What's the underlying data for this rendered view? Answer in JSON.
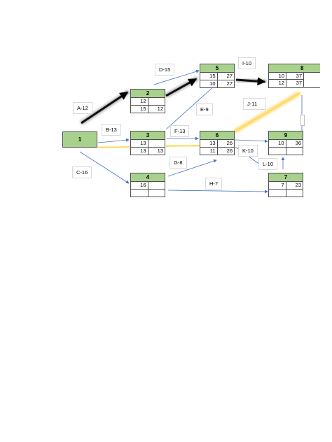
{
  "nodes": {
    "n1": {
      "label": "1"
    },
    "n2": {
      "label": "2",
      "r1": [
        "12",
        ""
      ],
      "r2": [
        "15",
        "12"
      ]
    },
    "n3": {
      "label": "3",
      "r1": [
        "13",
        ""
      ],
      "r2": [
        "13",
        "13"
      ]
    },
    "n4": {
      "label": "4",
      "r1": [
        "16",
        ""
      ],
      "r2": [
        "",
        ""
      ]
    },
    "n5": {
      "label": "5",
      "r1": [
        "15",
        "27"
      ],
      "r2": [
        "10",
        "27"
      ]
    },
    "n6": {
      "label": "6",
      "r1": [
        "13",
        "26"
      ],
      "r2": [
        "11",
        "26"
      ]
    },
    "n7": {
      "label": "7",
      "r1": [
        "7",
        "23"
      ],
      "r2": [
        "",
        ""
      ]
    },
    "n8": {
      "label": "8",
      "r1": [
        "10",
        "37"
      ],
      "r2": [
        "12",
        "37"
      ]
    },
    "n9": {
      "label": "9",
      "r1": [
        "10",
        "36"
      ],
      "r2": [
        "",
        ""
      ]
    }
  },
  "activities": {
    "A": "A-12",
    "B": "B-13",
    "C": "C-16",
    "D": "D-15",
    "E": "E-9",
    "F": "F-13",
    "G": "G-8",
    "H": "H-7",
    "I": "I-10",
    "J": "J-11",
    "K": "K-10",
    "L": "L-10"
  },
  "colors": {
    "node_header": "#a9d18e",
    "arrow": "#4472c4",
    "critical_black": "#000000",
    "critical_yellow": "#ffc000"
  }
}
